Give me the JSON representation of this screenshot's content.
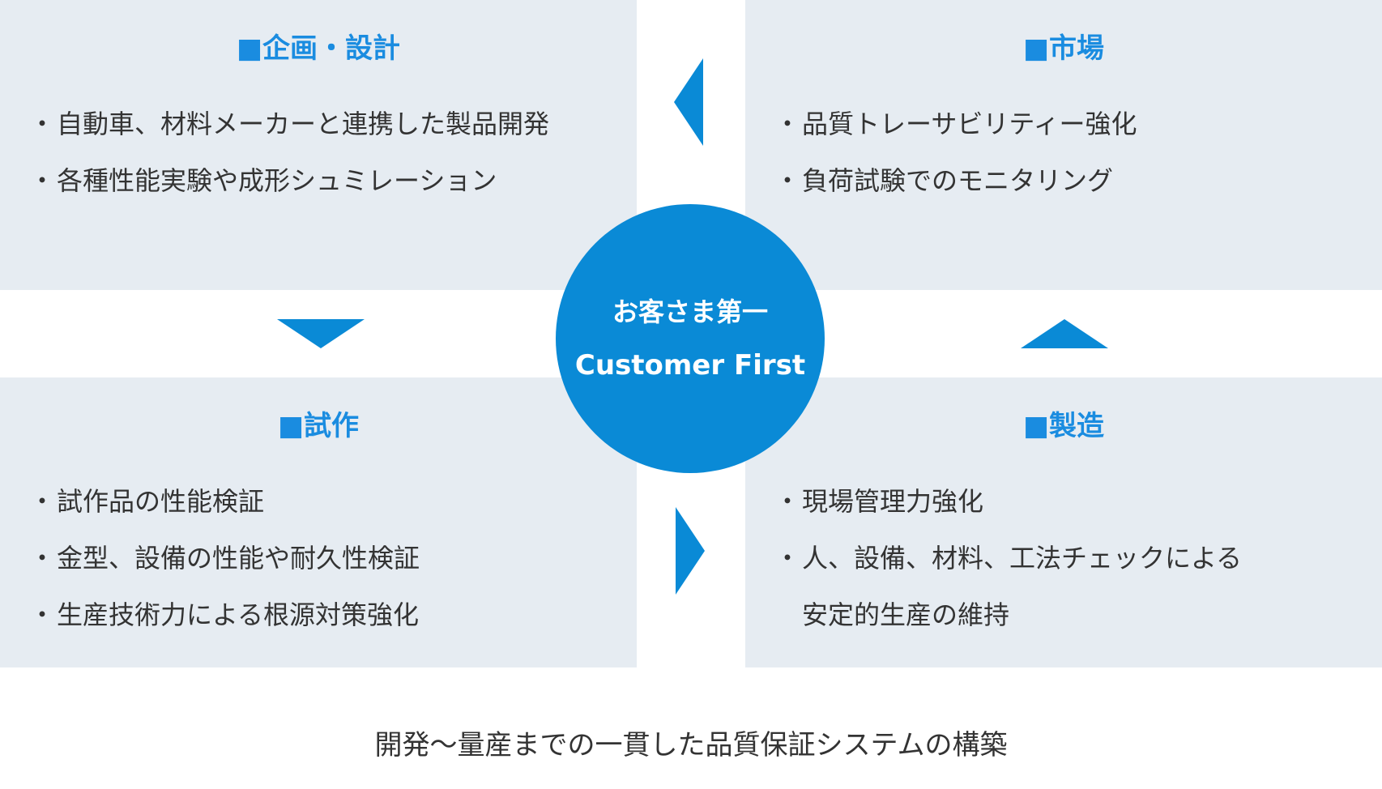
{
  "center": {
    "jp": "お客さま第一",
    "en": "Customer First",
    "color": "#0a8ad6"
  },
  "panels": {
    "plan": {
      "title": "■企画・設計",
      "items": [
        "自動車、材料メーカーと連携した製品開発",
        "各種性能実験や成形シュミレーション"
      ]
    },
    "market": {
      "title": "■市場",
      "items": [
        "品質トレーサビリティー強化",
        "負荷試験でのモニタリング"
      ]
    },
    "prototype": {
      "title": "■試作",
      "items": [
        "試作品の性能検証",
        "金型、設備の性能や耐久性検証",
        "生産技術力による根源対策強化"
      ]
    },
    "manufacturing": {
      "title": "■製造",
      "items": [
        "現場管理力強化",
        "人、設備、材料、工法チェックによる",
        "安定的生産の維持"
      ]
    }
  },
  "footer": "開発～量産までの一貫した品質保証システムの構築",
  "colors": {
    "accent": "#1a8ce0",
    "panel_bg": "#e6ecf2",
    "arrow": "#0a8ad6",
    "text": "#333333"
  }
}
